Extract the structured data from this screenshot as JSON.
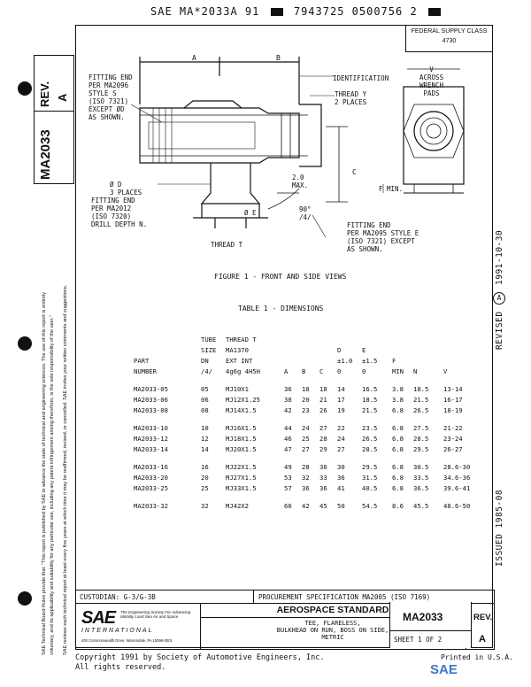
{
  "header_code": "SAE MA*2033A 91",
  "header_number": "7943725 0500756 2",
  "federal": {
    "label": "FEDERAL SUPPLY CLASS",
    "value": "4730"
  },
  "side_ids": {
    "doc": "MA2033",
    "rev_label": "REV.",
    "rev": "A"
  },
  "side_disclaimer": [
    "SAE Technical Board Rules provide that: \"This report is published by SAE to advance the state of technical and engineering sciences. The use of this report is entirely",
    "voluntary, and its applicability and suitability for any particular use, including any patent infringement arising therefrom, is the sole responsibility of the user.\"",
    "SAE reviews each technical report at least every five years at which time it may be reaffirmed, revised, or cancelled.  SAE invites your written comments and suggestions."
  ],
  "right_margin": {
    "revised": "REVISED",
    "revised_date": "1991-10-30",
    "issued": "ISSUED 1985-08"
  },
  "drawing": {
    "dim_a": "A",
    "dim_b": "B",
    "dim_c": "C",
    "dim_v": "V",
    "fitting_end_1": "FITTING END\nPER MA2096\nSTYLE S\n(ISO 7321)\nEXCEPT ØD\nAS SHOWN.",
    "identification": "IDENTIFICATION",
    "thread_y": "THREAD Y\n2 PLACES",
    "across_wrench": "V\nACROSS\nWRENCH\nPADS",
    "od_3places": "Ø D\n3 PLACES",
    "dim_20max": "2.0\nMAX.",
    "f_min": "F MIN.",
    "fitting_end_2": "FITTING END\nPER MA2012\n(ISO 7320)\nDRILL DEPTH N.",
    "phi_e": "Ø E",
    "angle": "90°\n/4/",
    "thread_t": "THREAD T",
    "fitting_end_3": "FITTING END\nPER MA2095 STYLE E\n(ISO 7321) EXCEPT\nAS SHOWN."
  },
  "figure_caption": "FIGURE 1 - FRONT AND SIDE VIEWS",
  "table_title": "TABLE 1 - DIMENSIONS",
  "table": {
    "header_rows": [
      [
        "",
        "TUBE",
        "THREAD T",
        "",
        "",
        "",
        "",
        "",
        "",
        "",
        ""
      ],
      [
        "",
        "SIZE",
        "MA1370",
        "",
        "",
        "",
        "D",
        "E",
        "",
        "",
        ""
      ],
      [
        "PART",
        "DN",
        "EXT INT",
        "",
        "",
        "",
        "±1.0",
        "±1.5",
        "F",
        "",
        ""
      ],
      [
        "NUMBER",
        "/4/",
        "4g6g 4H5H",
        "A",
        "B",
        "C",
        "0",
        "0",
        "MIN",
        "N",
        "V"
      ]
    ],
    "groups": [
      [
        [
          "MA2033-05",
          "05",
          "MJ10X1",
          "36",
          "18",
          "18",
          "14",
          "16.5",
          "3.8",
          "18.5",
          "13-14"
        ],
        [
          "MA2033-06",
          "06",
          "MJ12X1.25",
          "38",
          "20",
          "21",
          "17",
          "18.5",
          "3.8",
          "21.5",
          "16-17"
        ],
        [
          "MA2033-08",
          "08",
          "MJ14X1.5",
          "42",
          "23",
          "26",
          "19",
          "21.5",
          "6.8",
          "26.5",
          "18-19"
        ]
      ],
      [
        [
          "MA2033-10",
          "10",
          "MJ16X1.5",
          "44",
          "24",
          "27",
          "22",
          "23.5",
          "6.8",
          "27.5",
          "21-22"
        ],
        [
          "MA2033-12",
          "12",
          "MJ18X1.5",
          "46",
          "25",
          "28",
          "24",
          "26.5",
          "6.8",
          "28.5",
          "23-24"
        ],
        [
          "MA2033-14",
          "14",
          "MJ20X1.5",
          "47",
          "27",
          "29",
          "27",
          "28.5",
          "6.8",
          "29.5",
          "26-27"
        ]
      ],
      [
        [
          "MA2033-16",
          "16",
          "MJ22X1.5",
          "49",
          "28",
          "30",
          "30",
          "29.5",
          "6.8",
          "30.5",
          "28.6-30"
        ],
        [
          "MA2033-20",
          "20",
          "MJ27X1.5",
          "53",
          "32",
          "33",
          "36",
          "31.5",
          "6.8",
          "33.5",
          "34.6-36"
        ],
        [
          "MA2033-25",
          "25",
          "MJ33X1.5",
          "57",
          "36",
          "36",
          "41",
          "40.5",
          "6.8",
          "36.5",
          "39.6-41"
        ]
      ],
      [
        [
          "MA2033-32",
          "32",
          "MJ42X2",
          "66",
          "42",
          "45",
          "50",
          "54.5",
          "8.6",
          "45.5",
          "48.6-50"
        ]
      ]
    ]
  },
  "title_block": {
    "custodian": "CUSTODIAN:  G-3/G-3B",
    "procurement": "PROCUREMENT SPECIFICATION MA2005 (ISO 7169)",
    "sae_logo": "SAE",
    "sae_intl": "INTERNATIONAL",
    "sae_tagline": "The Engineering Society For Advancing Mobility Land Sea Air and Space",
    "sae_address": "400 Commonwealth Drive, Warrendale, PA  15096-0001",
    "aerospace_standard": "AEROSPACE STANDARD",
    "title_lines": [
      "TEE, FLARELESS,",
      "BULKHEAD ON RUN, BOSS ON SIDE,",
      "METRIC"
    ],
    "doc_number": "MA2033",
    "sheet": "SHEET 1 OF 2",
    "rev_label": "REV.",
    "rev": "A"
  },
  "footer": {
    "copyright": "Copyright 1991 by Society of Automotive Engineers, Inc.",
    "rights": "All rights reserved.",
    "printed": "Printed in U.S.A.",
    "stamp_text": "SAE"
  }
}
